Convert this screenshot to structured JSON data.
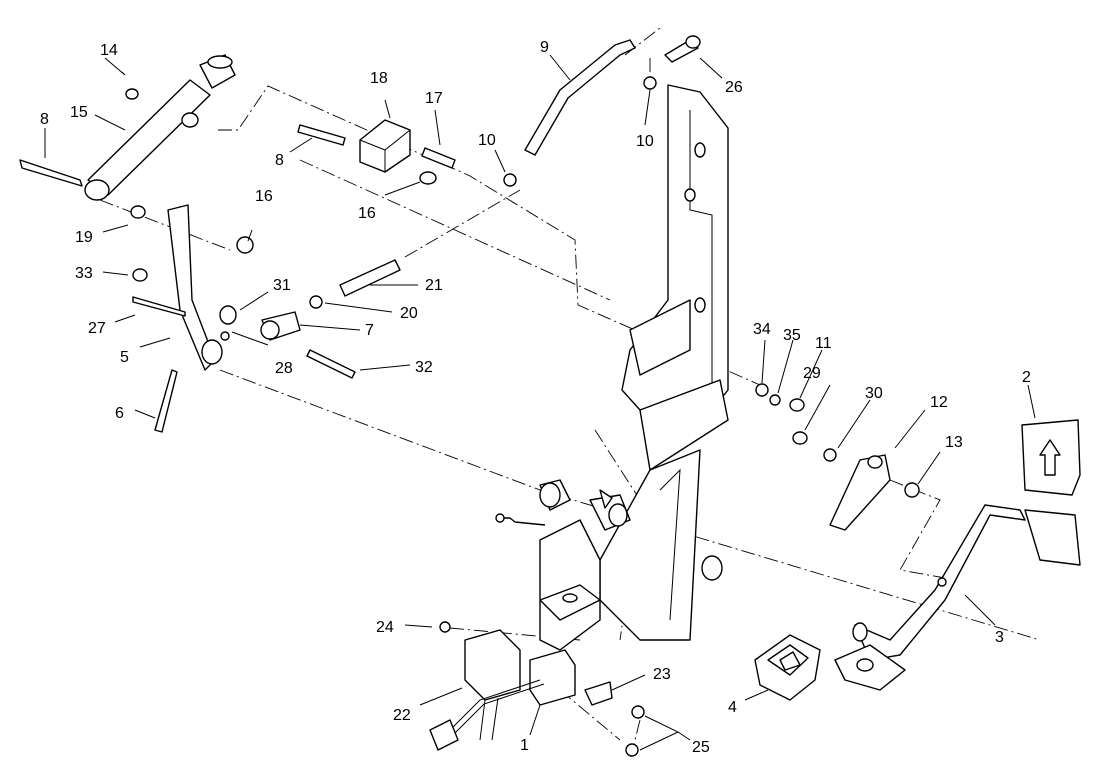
{
  "callouts": [
    "1",
    "2",
    "3",
    "4",
    "5",
    "6",
    "7",
    "8",
    "8",
    "9",
    "10",
    "10",
    "11",
    "12",
    "13",
    "14",
    "15",
    "16",
    "16",
    "17",
    "18",
    "19",
    "20",
    "21",
    "22",
    "23",
    "24",
    "25",
    "26",
    "27",
    "28",
    "29",
    "30",
    "31",
    "32",
    "33",
    "34",
    "35"
  ],
  "colors": {
    "ink": "#000000",
    "paper": "#ffffff"
  }
}
